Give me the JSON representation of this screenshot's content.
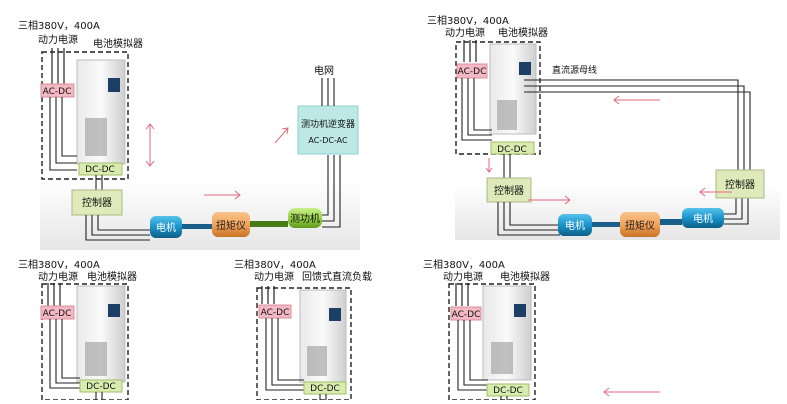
{
  "labels": {
    "supply": "三相380V，400A",
    "power": "动力电源",
    "battery_sim": "电池模拟器",
    "grid": "电网",
    "dyno_inverter": "测功机逆变器",
    "ac_dc_ac": "AC-DC-AC",
    "dc_bus": "直流源母线",
    "regen_load": "回馈式直流负载"
  },
  "blocks": {
    "ac_dc": "AC-DC",
    "dc_dc": "DC-DC",
    "controller": "控制器",
    "motor": "电机",
    "torque_meter": "扭矩仪",
    "dynamometer": "测功机"
  },
  "colors": {
    "ac_dc_fill": "#f3b8c1",
    "dc_dc_fill": "#d8ecb0",
    "controller_fill": "#dfe9b9",
    "inverter_fill": "#bde8e6",
    "motor_fill": "#1a94c9",
    "torque_fill": "#f4a45a",
    "dyno_fill": "#9bd447",
    "arrow": "#e06a7a"
  }
}
